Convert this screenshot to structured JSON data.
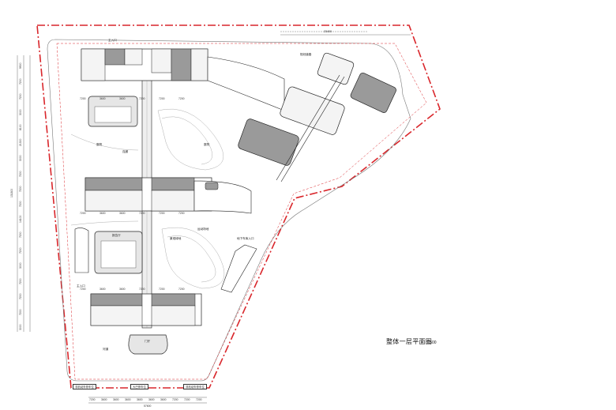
{
  "drawing": {
    "title": "整体一层平面图",
    "scale": "1:500"
  },
  "labels": {
    "north_open": "庭院",
    "middle_open": "庭院",
    "hall_left": "报告厅",
    "hall_bottom": "门厅",
    "bottom_entrance": "主入口",
    "top_entrance": "主入口",
    "road_label": "规划道路",
    "river_label": "河道",
    "main_axis": "连廊",
    "parking": "地下车库入口",
    "sports": "运动场地",
    "garden": "景观绿地",
    "south_note1": "非机动车停车位",
    "south_note2": "大巴停车位",
    "south_note3": "非机动车停车位",
    "total_width": "57600",
    "total_height": "131800",
    "top_width": "23400"
  },
  "dimensions": {
    "bottom": [
      "7200",
      "3600",
      "3600",
      "3600",
      "3600",
      "3600",
      "3600",
      "7200",
      "7200",
      "7200"
    ],
    "left": [
      "9900",
      "7200",
      "7200",
      "3000",
      "8100",
      "21300",
      "3000",
      "7200",
      "7200",
      "7200",
      "14100",
      "7200",
      "7200",
      "3000",
      "7200",
      "7200",
      "7200",
      "3000"
    ],
    "row1": [
      "7200",
      "3600",
      "3600",
      "7200",
      "7200",
      "7200"
    ],
    "row2": [
      "7200",
      "3600",
      "3600",
      "7200",
      "7200",
      "7200"
    ],
    "row3": [
      "7200",
      "3600",
      "3600",
      "7200",
      "7200",
      "7200"
    ]
  },
  "colors": {
    "site_boundary": "#d9262b",
    "building_line": "#222222",
    "courtyard_fill": "#e6e6e6",
    "dark_fill": "#9a9a9a"
  }
}
